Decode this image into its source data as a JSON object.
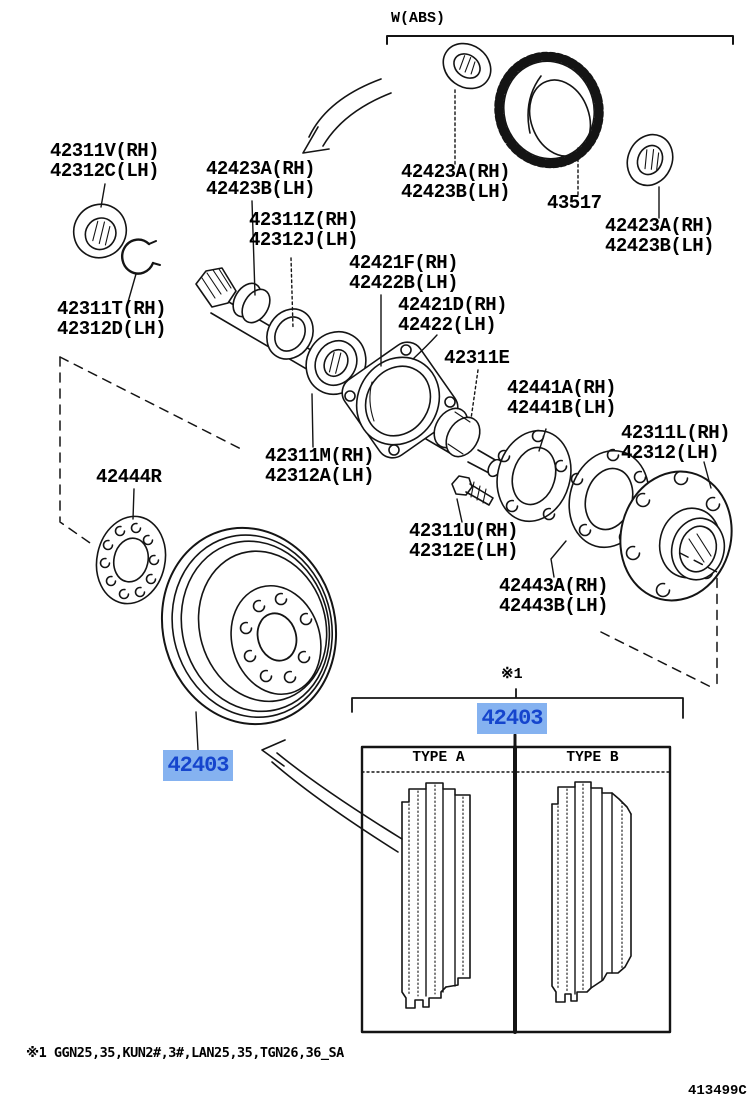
{
  "page": {
    "footer_code": "413499C",
    "footnote": "※1 GGN25,35,KUN2#,3#,LAN25,35,TGN26,36_SA"
  },
  "diagram": {
    "abs_group_label": "W(ABS)",
    "ref_marker": "※1",
    "highlight_bg_color": "#85b2f0",
    "highlight_text_color": "#1545cd",
    "highlighted_part_number": "42403",
    "inset": {
      "part_number": "42403",
      "type_a": "TYPE A",
      "type_b": "TYPE B"
    },
    "labels": {
      "l42311v": [
        "42311V(RH)",
        "42312C(LH)"
      ],
      "l42423a_shaft": [
        "42423A(RH)",
        "42423B(LH)"
      ],
      "l42311z": [
        "42311Z(RH)",
        "42312J(LH)"
      ],
      "l42421f": [
        "42421F(RH)",
        "42422B(LH)"
      ],
      "l42421d": [
        "42421D(RH)",
        "42422(LH)"
      ],
      "l42311e": [
        "42311E"
      ],
      "l42423a_abs1": [
        "42423A(RH)",
        "42423B(LH)"
      ],
      "l43517": [
        "43517"
      ],
      "l42423a_abs2": [
        "42423A(RH)",
        "42423B(LH)"
      ],
      "l42311t": [
        "42311T(RH)",
        "42312D(LH)"
      ],
      "l42311m": [
        "42311M(RH)",
        "42312A(LH)"
      ],
      "l42444r": [
        "42444R"
      ],
      "l42441a": [
        "42441A(RH)",
        "42441B(LH)"
      ],
      "l42311l": [
        "42311L(RH)",
        "42312(LH)"
      ],
      "l42311u": [
        "42311U(RH)",
        "42312E(LH)"
      ],
      "l42443a": [
        "42443A(RH)",
        "42443B(LH)"
      ],
      "l42403_drum": "42403",
      "l42403_inset": "42403"
    }
  }
}
